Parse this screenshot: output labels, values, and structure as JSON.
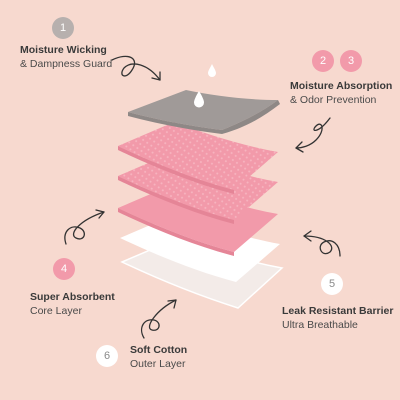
{
  "labels": {
    "l1": {
      "badge": "1",
      "title": "Moisture Wicking",
      "subtitle": "& Dampness Guard"
    },
    "l2": {
      "badge2": "2",
      "badge3": "3",
      "title": "Moisture Absorption",
      "subtitle": "& Odor Prevention"
    },
    "l4": {
      "badge": "4",
      "title": "Super Absorbent",
      "subtitle": "Core Layer"
    },
    "l5": {
      "badge": "5",
      "title": "Leak Resistant Barrier",
      "subtitle": "Ultra Breathable"
    },
    "l6": {
      "badge": "6",
      "title": "Soft Cotton",
      "subtitle": "Outer Layer"
    }
  },
  "colors": {
    "background": "#f7d9cf",
    "grey_layer": "#a09a98",
    "pink_layer": "#f29aaa",
    "white_layer": "#ffffff",
    "blush_layer": "#f3ebe8",
    "badge_pink": "#f29aaa",
    "badge_grey": "#b7b0ae"
  },
  "icons": [
    "water-drop-icon",
    "curved-arrow-icon"
  ]
}
